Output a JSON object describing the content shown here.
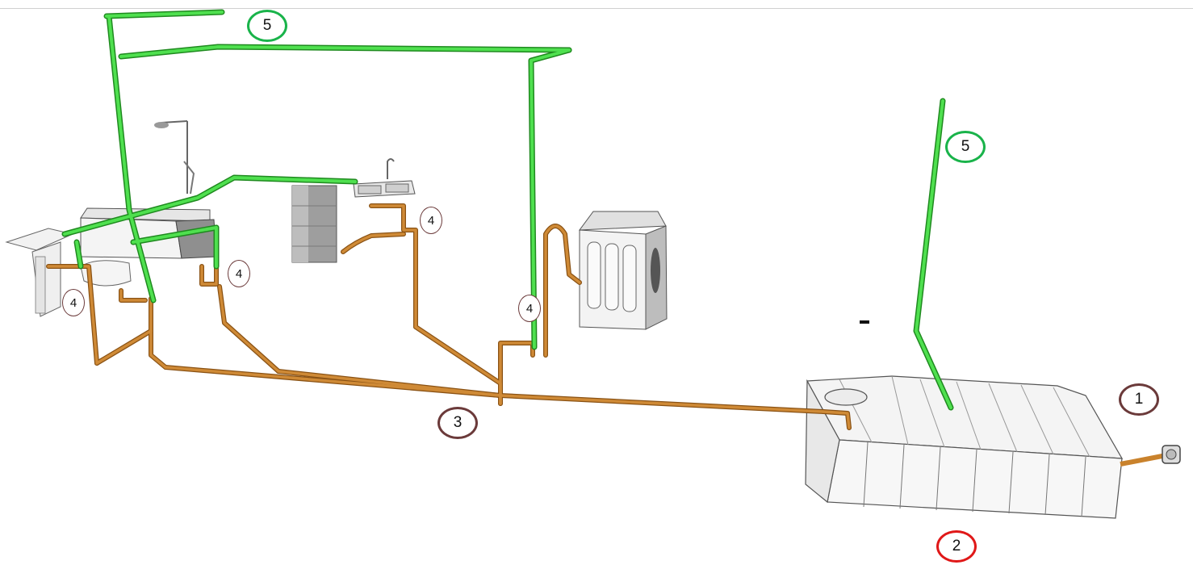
{
  "colors": {
    "drain_pipe": "#c9822c",
    "drain_pipe_dark": "#8a5214",
    "vent_pipe": "#46d846",
    "vent_pipe_dark": "#1f8a1f",
    "callout_brown": "#6b3a3a",
    "callout_green": "#19b34a",
    "callout_red": "#e01818",
    "fixture_fill": "#f2f2f2",
    "fixture_stroke": "#555555"
  },
  "callouts": {
    "tank": "1",
    "tank_base": "2",
    "main_drain": "3",
    "fixture_drain": "4",
    "vent": "5"
  },
  "icons": {
    "wash_basin": "wash-basin-icon",
    "toilet": "toilet-icon",
    "shower": "shower-icon",
    "kitchen_sink": "kitchen-sink-icon",
    "water_heater": "water-heater-icon",
    "washing_machine": "washing-machine-icon",
    "septic_tank": "septic-tank-icon",
    "outlet_fitting": "outlet-fitting-icon"
  }
}
